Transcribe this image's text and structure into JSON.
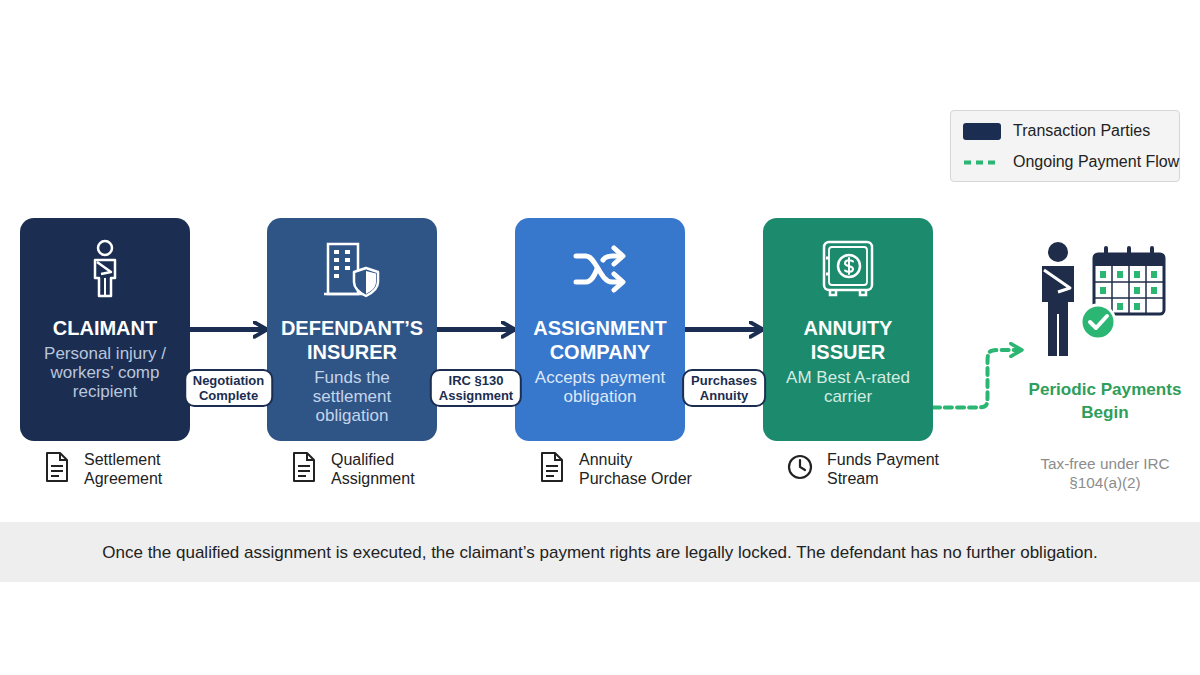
{
  "diagram": {
    "nodes": [
      {
        "text": [
          "CLAIMANT",
          "Personal injury / workers’ comp recipient"
        ]
      },
      {
        "text": [
          "DEFENDANT’S INSURER",
          "Funds the settlement obligation"
        ]
      },
      {
        "text": [
          "ASSIGNMENT COMPANY",
          "Accepts payment obligation"
        ]
      },
      {
        "text": [
          "ANNUITY ISSUER",
          "AM Best A-rated carrier"
        ]
      },
      {
        "text": [
          "Periodic Payments Begin",
          "Tax-free under IRC §104(a)(2)"
        ]
      }
    ],
    "edges": [
      {
        "from": 0,
        "to": 1,
        "arrow": "to",
        "label": "Negotiation Complete"
      },
      {
        "from": 1,
        "to": 2,
        "arrow": "to",
        "label": "IRC §130 Assignment"
      },
      {
        "from": 2,
        "to": 3,
        "arrow": "to",
        "label": "Purchases Annuity"
      },
      {
        "from": 3,
        "to": 4,
        "arrow": "to"
      }
    ],
    "labels": [
      "Settlement Agreement",
      "Qualified Assignment",
      "Annuity Purchase Order",
      "Funds Payment Stream",
      "Once the qualified assignment is executed, the claimant’s payment rights are legally locked. The defendant has no further obligation."
    ],
    "legend": [
      {
        "text": "Transaction Parties",
        "color": "#1b2d50"
      },
      {
        "text": "Ongoing Payment Flow"
      }
    ]
  }
}
